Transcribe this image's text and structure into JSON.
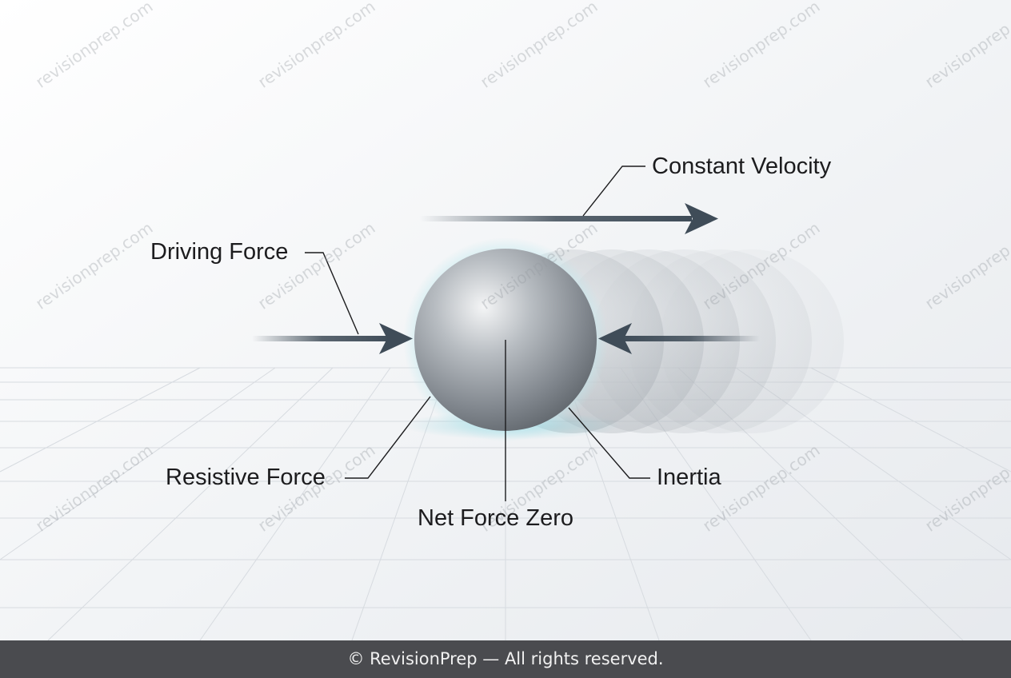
{
  "labels": {
    "constant_velocity": "Constant Velocity",
    "driving_force": "Driving Force",
    "resistive_force": "Resistive Force",
    "inertia": "Inertia",
    "net_force_zero": "Net Force Zero"
  },
  "watermark": "revisionprep.com",
  "footer": "© RevisionPrep — All rights reserved.",
  "colors": {
    "arrow": "#3f4c58",
    "background": "#f2f4f6",
    "sphere": "#9aa1a8",
    "glow": "#bfe9ef",
    "footer_bg": "#4a4b4f"
  }
}
